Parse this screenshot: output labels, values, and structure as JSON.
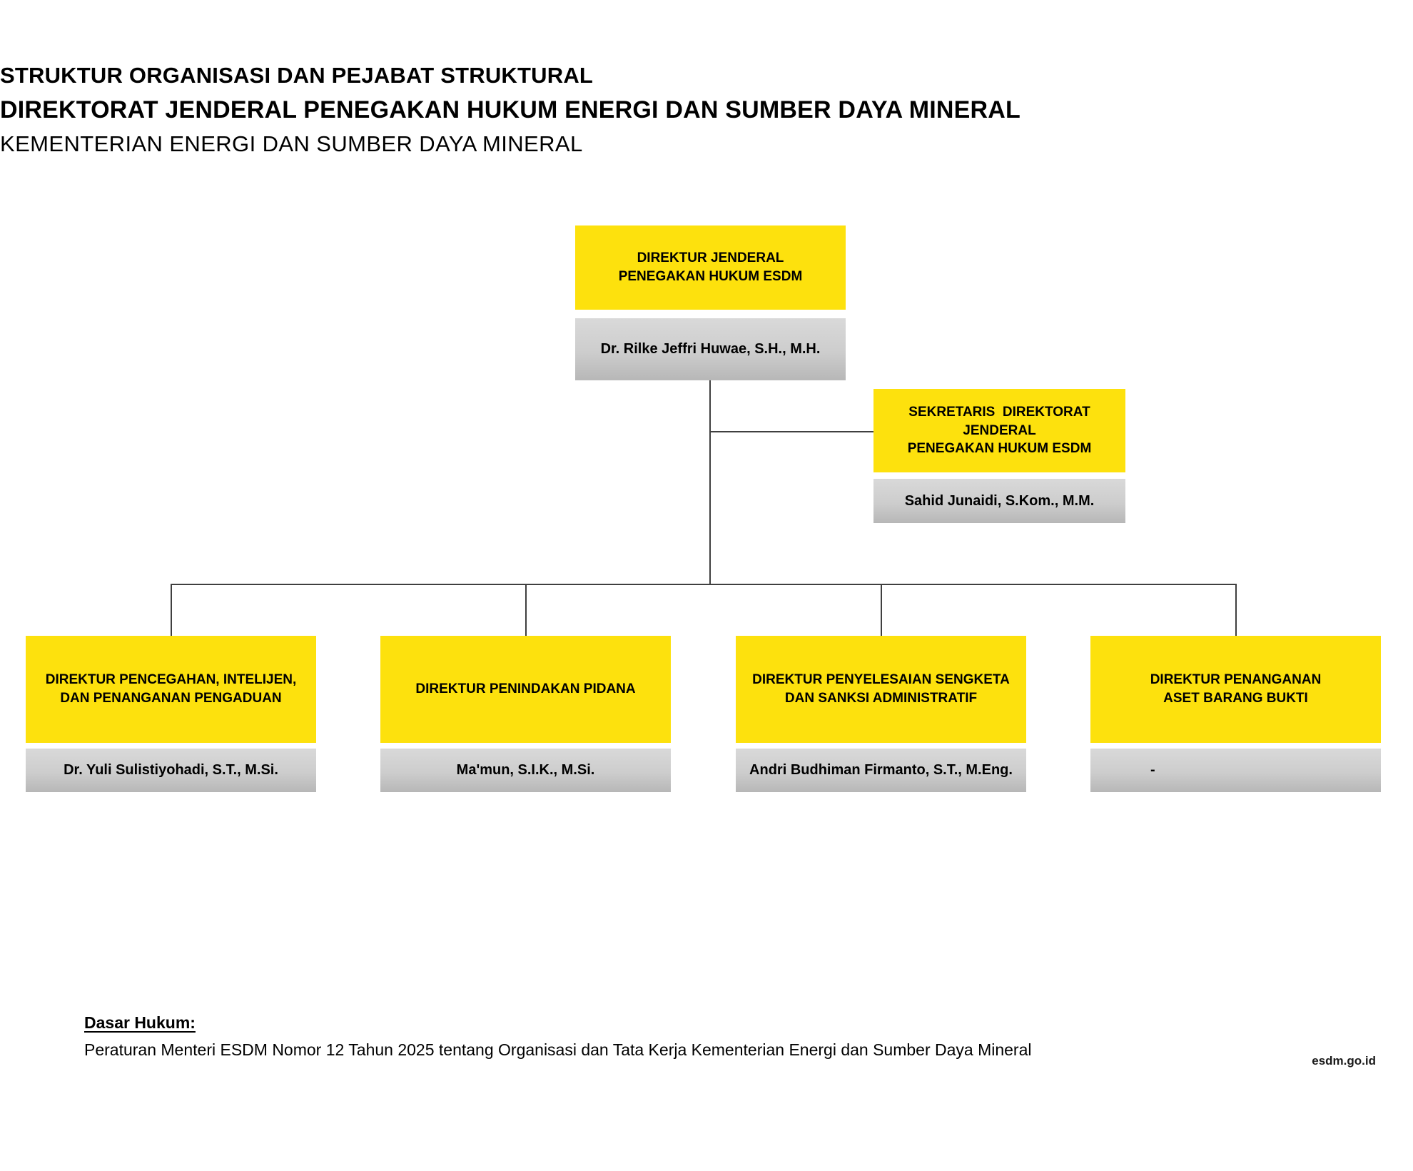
{
  "title": {
    "line1": "STRUKTUR ORGANISASI DAN PEJABAT STRUKTURAL",
    "line2": "DIREKTORAT JENDERAL PENEGAKAN HUKUM ENERGI DAN SUMBER DAYA MINERAL",
    "line3": "KEMENTERIAN ENERGI DAN SUMBER DAYA MINERAL"
  },
  "org_chart": {
    "director_general": {
      "title": "DIREKTUR JENDERAL\nPENEGAKAN HUKUM ESDM",
      "name": "Dr. Rilke Jeffri Huwae, S.H., M.H."
    },
    "secretary": {
      "title": "SEKRETARIS  DIREKTORAT JENDERAL\nPENEGAKAN HUKUM ESDM",
      "name": "Sahid Junaidi, S.Kom., M.M."
    },
    "directors": [
      {
        "title": "DIREKTUR PENCEGAHAN, INTELIJEN,\nDAN PENANGANAN PENGADUAN",
        "name": "Dr. Yuli Sulistiyohadi, S.T., M.Si."
      },
      {
        "title": "DIREKTUR PENINDAKAN PIDANA",
        "name": "Ma'mun, S.I.K., M.Si."
      },
      {
        "title": "DIREKTUR PENYELESAIAN SENGKETA\nDAN SANKSI ADMINISTRATIF",
        "name": "Andri Budhiman Firmanto, S.T., M.Eng."
      },
      {
        "title": "DIREKTUR PENANGANAN\nASET BARANG BUKTI",
        "name": "-"
      }
    ]
  },
  "footer": {
    "legal_basis_label": "Dasar Hukum:",
    "legal_basis_text": "Peraturan Menteri ESDM Nomor 12 Tahun 2025 tentang Organisasi dan Tata Kerja Kementerian Energi dan Sumber Daya Mineral",
    "website": "esdm.go.id"
  },
  "colors": {
    "box_yellow": "#FDE10D",
    "box_gray_top": "#D9D9D9",
    "box_gray_bottom": "#B7B7B7",
    "connector": "#3F3F3F"
  }
}
